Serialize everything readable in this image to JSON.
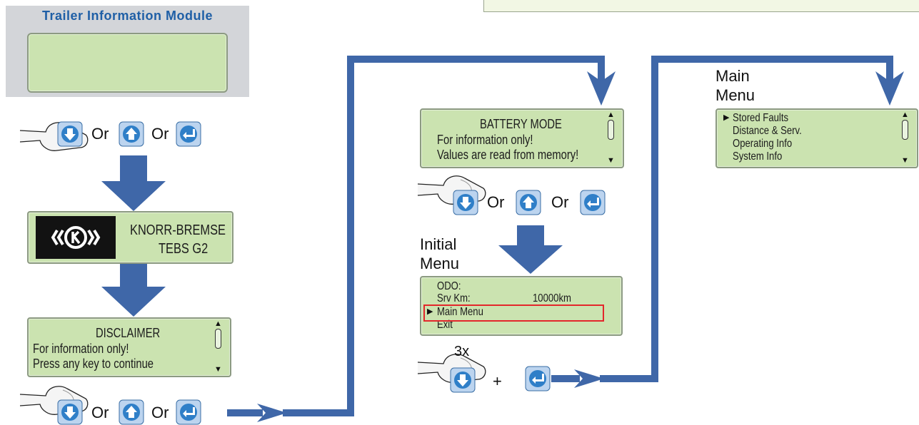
{
  "header": {
    "title": "Trailer Information Module"
  },
  "keys": {
    "or": "Or",
    "plus": "+",
    "times": "3x"
  },
  "screens": {
    "blank": {},
    "logo": {
      "line1": "KNORR-BREMSE",
      "line2": "TEBS G2"
    },
    "disclaimer": {
      "title": "DISCLAIMER",
      "line1": "For information only!",
      "line2": "Press any key to continue"
    },
    "battery": {
      "title": "BATTERY MODE",
      "line1": "For information only!",
      "line2": "Values are read from memory!"
    },
    "initial": {
      "heading_line1": "Initial",
      "heading_line2": "Menu",
      "rows": [
        "ODO:",
        "Srv Km:",
        "Main Menu",
        "Exit"
      ],
      "srv_value": "10000km",
      "highlight_color": "#e3262b"
    },
    "main": {
      "heading_line1": "Main",
      "heading_line2": "Menu",
      "rows": [
        "Stored Faults",
        "Distance & Serv.",
        "Operating Info",
        "System Info"
      ]
    }
  },
  "colors": {
    "flow_blue": "#3f67a8",
    "lcd_green": "#cbe3b0",
    "key_blue": "#2f7fc8",
    "title_blue": "#1f5fa6"
  }
}
